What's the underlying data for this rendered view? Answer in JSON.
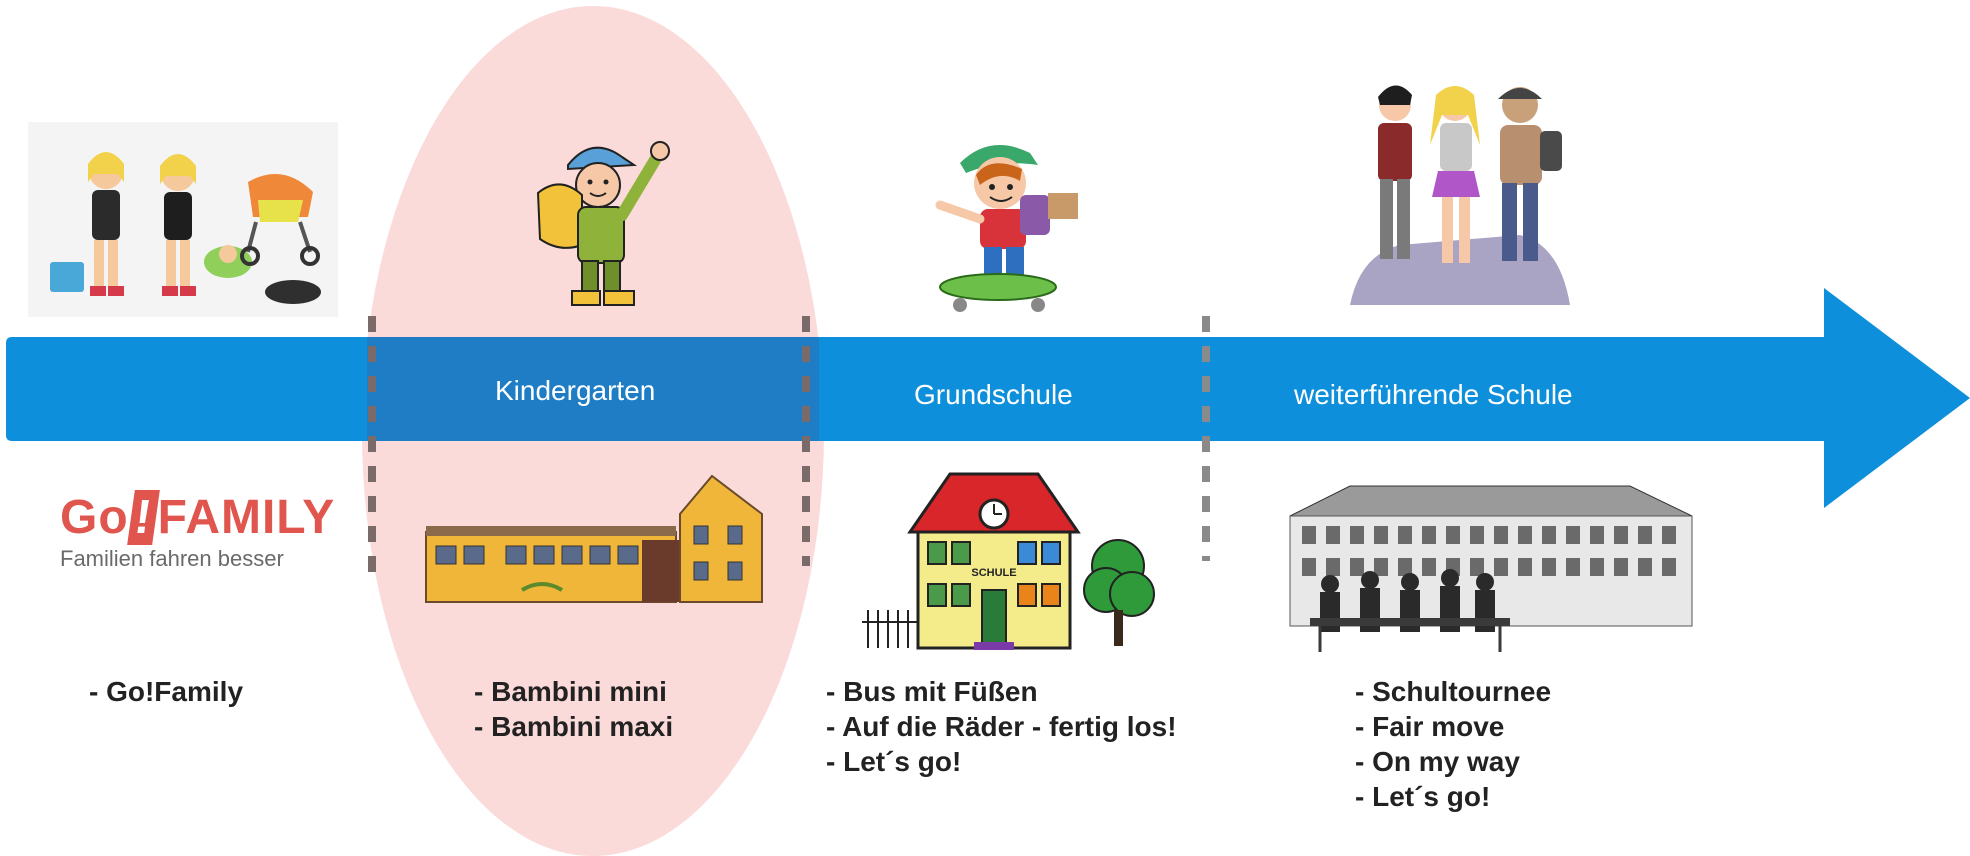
{
  "phases": [
    {
      "label": "Kindergarten"
    },
    {
      "label": "Grundschule"
    },
    {
      "label": "weiterführende Schule"
    }
  ],
  "brand": {
    "name_part1": "Go",
    "name_bang": "!",
    "name_part2": "FAMILY",
    "tagline": "Familien fahren besser"
  },
  "programs": {
    "family": [
      "- Go!Family"
    ],
    "kindergarten": [
      "- Bambini mini",
      "- Bambini maxi"
    ],
    "grundschule": [
      "- Bus mit Füßen",
      "- Auf die Räder - fertig los!",
      "- Let´s go!"
    ],
    "weiterfuehrende": [
      "- Schultournee",
      "- Fair move",
      "- On my way",
      "- Let´s go!"
    ]
  },
  "school_sign": "SCHULE",
  "colors": {
    "arrow": "#0d8fdb",
    "highlight": "#fbdada",
    "separator": "#7a6a6a",
    "logo": "#e0564f"
  }
}
